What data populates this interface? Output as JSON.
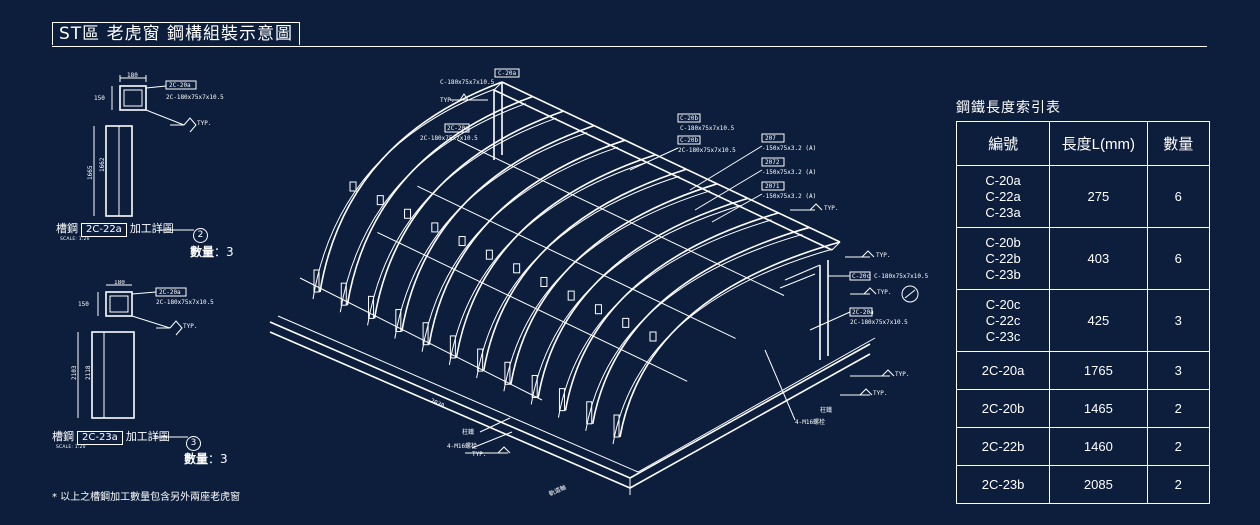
{
  "header": {
    "title": "ST區 老虎窗 鋼構組裝示意圖"
  },
  "detail_a": {
    "section_labels": [
      "2C-20a",
      "2C-180x75x7x10.5",
      "TYP."
    ],
    "dims": [
      "180",
      "150",
      "1665",
      "1662"
    ],
    "caption_prefix": "槽鋼",
    "part": "2C-22a",
    "caption_suffix": "加工詳圖",
    "scale": "SCALE: 1:20",
    "circle": "2",
    "qty_label": "數量",
    "qty": "：3"
  },
  "detail_b": {
    "section_labels": [
      "2C-20a",
      "2C-180x75x7x10.5",
      "TYP."
    ],
    "dims": [
      "180",
      "150",
      "2103",
      "2118"
    ],
    "caption_prefix": "槽鋼",
    "part": "2C-23a",
    "caption_suffix": "加工詳圖",
    "scale": "SCALE: 1:20",
    "circle": "3",
    "qty_label": "數量",
    "qty": "：3"
  },
  "iso_labels": {
    "l1": "C-20a",
    "l1b": "C-180x75x7x10.5",
    "l2": "2C-20a",
    "l2b": "2C-180x75x7x10.5",
    "l3": "C-20a",
    "l3b": "C-180x75x7x10.5",
    "l4": "C-20b",
    "l4b": "2C-180x75x7x10.5",
    "l5": "207",
    "l5b": "-150x75x3.2 (A)",
    "l6": "2072",
    "l6b": "-150x75x3.2 (A)",
    "l7": "2071",
    "l7b": "-150x75x3.2 (A)",
    "l8": "C-20c",
    "l8b": "C-180x75x7x10.5",
    "l9": "2C-20a",
    "l9b": "2C-180x75x7x10.5",
    "typ": "TYP.",
    "b1": "柱鐵",
    "b2": "4-M16螺栓",
    "b3": "柱鐵",
    "b4": "4-M16螺栓",
    "axis": "軌道軸",
    "dim": "2030"
  },
  "footnote": "* 以上之槽鋼加工數量包含另外兩座老虎窗",
  "index_table": {
    "title": "鋼鐵長度索引表",
    "headers": [
      "編號",
      "長度L(mm)",
      "數量"
    ],
    "rows": [
      {
        "ids": [
          "C-20a",
          "C-22a",
          "C-23a"
        ],
        "length": "275",
        "qty": "6"
      },
      {
        "ids": [
          "C-20b",
          "C-22b",
          "C-23b"
        ],
        "length": "403",
        "qty": "6"
      },
      {
        "ids": [
          "C-20c",
          "C-22c",
          "C-23c"
        ],
        "length": "425",
        "qty": "3"
      },
      {
        "ids": [
          "2C-20a"
        ],
        "length": "1765",
        "qty": "3"
      },
      {
        "ids": [
          "2C-20b"
        ],
        "length": "1465",
        "qty": "2"
      },
      {
        "ids": [
          "2C-22b"
        ],
        "length": "1460",
        "qty": "2"
      },
      {
        "ids": [
          "2C-23b"
        ],
        "length": "2085",
        "qty": "2"
      }
    ]
  }
}
